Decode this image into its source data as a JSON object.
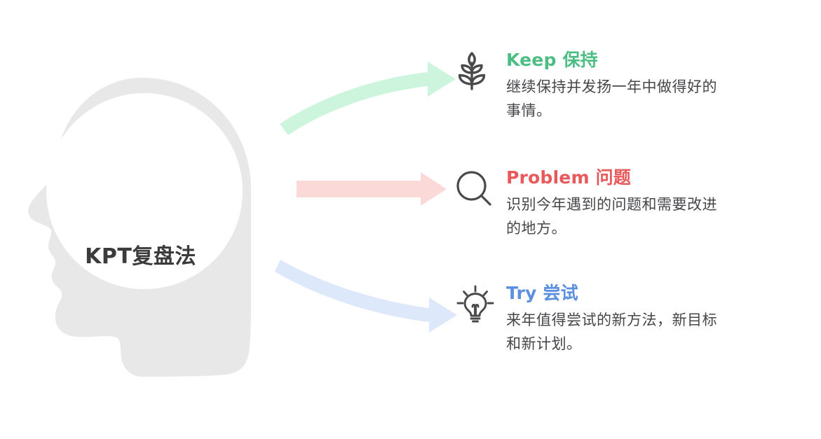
{
  "diagram": {
    "center": {
      "label": "KPT复盘法",
      "shape": "head-silhouette",
      "color": "#e6e6e6"
    },
    "arrows": [
      {
        "name": "arrow-to-keep",
        "color": "#cdf4dc",
        "direction": "curve-up-right"
      },
      {
        "name": "arrow-to-problem",
        "color": "#fbd9d9",
        "direction": "straight-right"
      },
      {
        "name": "arrow-to-try",
        "color": "#dde8fb",
        "direction": "curve-down-right"
      }
    ],
    "items": [
      {
        "key": "keep",
        "icon": "wheat-sprout-icon",
        "heading": "Keep 保持",
        "heading_color": "#4CBE83",
        "body": "继续保持并发扬一年中做得好的事情。"
      },
      {
        "key": "problem",
        "icon": "magnifier-icon",
        "heading": "Problem 问题",
        "heading_color": "#E8595B",
        "body": "识别今年遇到的问题和需要改进的地方。"
      },
      {
        "key": "try",
        "icon": "lightbulb-icon",
        "heading": "Try 尝试",
        "heading_color": "#5B8FE0",
        "body": "来年值得尝试的新方法，新目标和新计划。"
      }
    ]
  }
}
